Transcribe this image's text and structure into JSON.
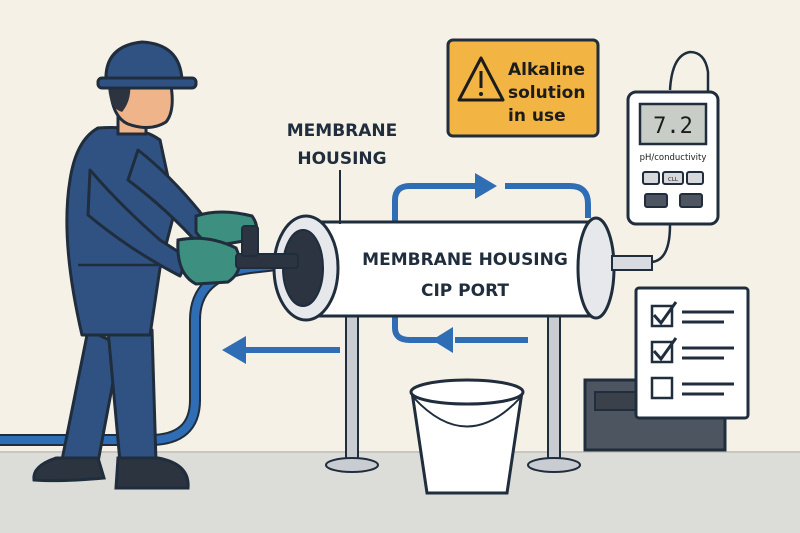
{
  "labels": {
    "callout_line1": "MEMBRANE",
    "callout_line2": "HOUSING",
    "housing_line1": "MEMBRANE HOUSING",
    "housing_line2": "CIP PORT"
  },
  "warning_sign": {
    "icon": "warning-triangle-icon",
    "line1": "Alkaline",
    "line2": "solution",
    "line3": "in use",
    "color": "#f2b443"
  },
  "meter": {
    "reading": "7.2",
    "label": "pH/conductivity",
    "button_label": "CLL"
  },
  "checklist": {
    "items": [
      {
        "checked": true
      },
      {
        "checked": true
      },
      {
        "checked": false
      }
    ]
  },
  "colors": {
    "background": "#f6f1e6",
    "floor": "#dcdcd8",
    "worker_uniform": "#2f5283",
    "gloves": "#3d8f7f",
    "flow_arrows": "#2f6db5",
    "outline": "#1f2d3d"
  }
}
